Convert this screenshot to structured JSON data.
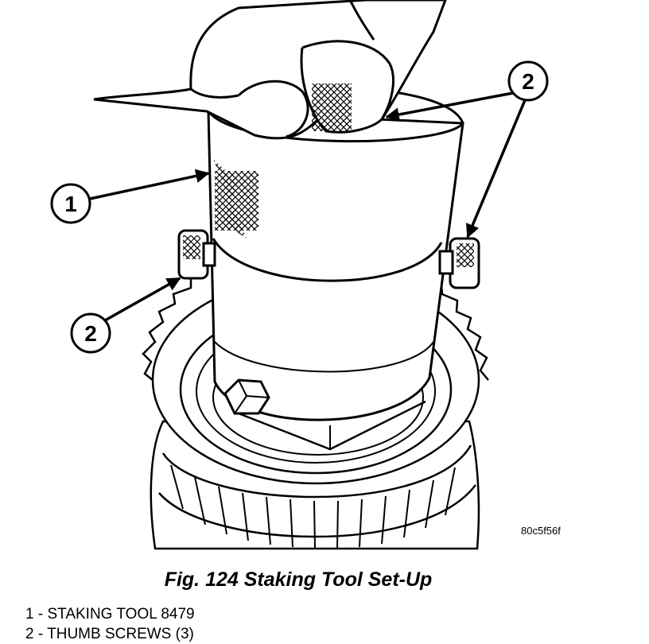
{
  "callouts": [
    {
      "number": "1"
    },
    {
      "number": "2"
    },
    {
      "number": "2"
    }
  ],
  "image_code": "80c5f56f",
  "caption": "Fig. 124 Staking Tool Set-Up",
  "legend": [
    {
      "number": "1",
      "separator": " - ",
      "text": "STAKING TOOL 8479"
    },
    {
      "number": "2",
      "separator": " - ",
      "text": "THUMB SCREWS (3)"
    }
  ]
}
